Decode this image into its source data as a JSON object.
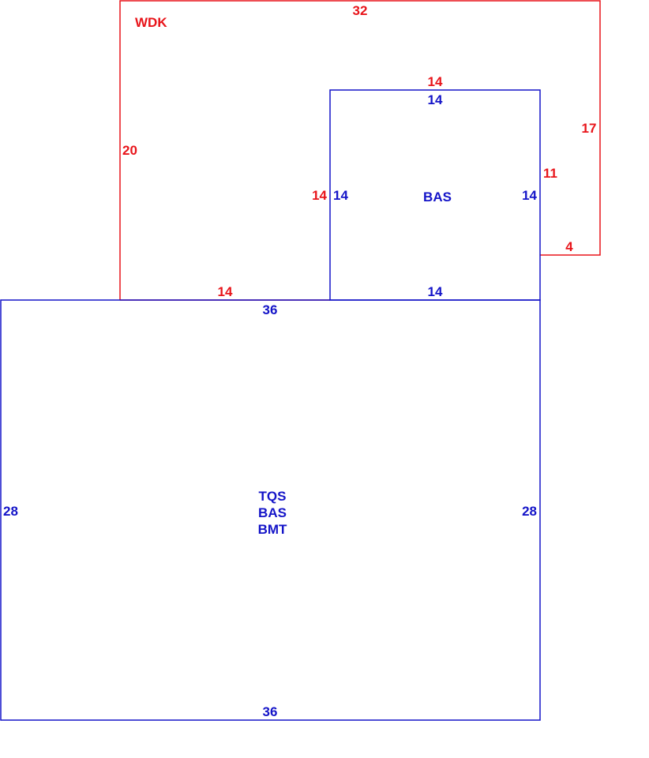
{
  "colors": {
    "wdk": "#e8141a",
    "bas": "#1414c8"
  },
  "wdk": {
    "label": "WDK",
    "dims": {
      "top": "32",
      "left": "20",
      "right": "17",
      "step": "4",
      "inner_right": "11",
      "inner_top": "14",
      "inner_left": "14",
      "bottom": "14"
    }
  },
  "bas_upper": {
    "label": "BAS",
    "dims": {
      "top": "14",
      "left": "14",
      "right": "14",
      "bottom": "14"
    }
  },
  "main": {
    "labels": [
      "TQS",
      "BAS",
      "BMT"
    ],
    "dims": {
      "top": "36",
      "left": "28",
      "right": "28",
      "bottom": "36"
    }
  }
}
